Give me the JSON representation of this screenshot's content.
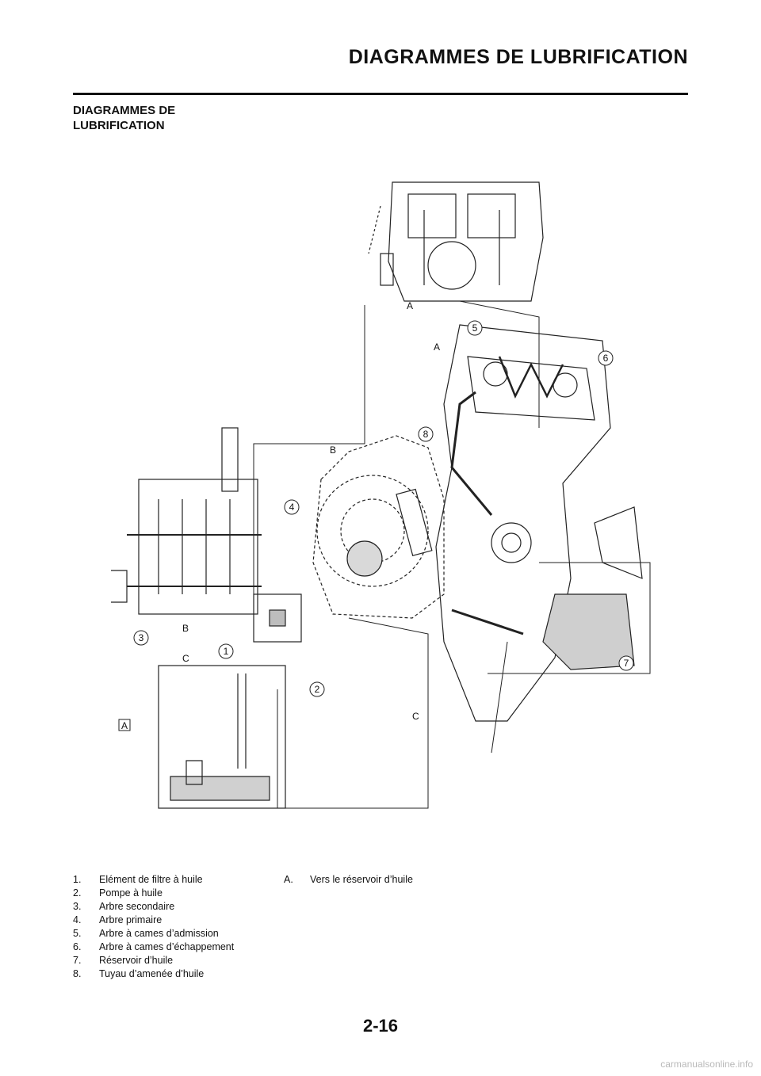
{
  "header": {
    "title": "DIAGRAMMES DE LUBRIFICATION"
  },
  "section": {
    "title": "DIAGRAMMES DE\nLUBRIFICATION"
  },
  "diagram": {
    "callouts": [
      "1",
      "2",
      "3",
      "4",
      "5",
      "6",
      "7",
      "8"
    ],
    "letters": [
      "A",
      "A",
      "A",
      "B",
      "B",
      "C",
      "C"
    ]
  },
  "legend": {
    "left": [
      {
        "num": "1.",
        "text": "Elément de filtre à huile"
      },
      {
        "num": "2.",
        "text": "Pompe à huile"
      },
      {
        "num": "3.",
        "text": "Arbre secondaire"
      },
      {
        "num": "4.",
        "text": "Arbre primaire"
      },
      {
        "num": "5.",
        "text": "Arbre à cames d’admission"
      },
      {
        "num": "6.",
        "text": "Arbre à cames d’échappement"
      },
      {
        "num": "7.",
        "text": "Réservoir d’huile"
      },
      {
        "num": "8.",
        "text": "Tuyau d’amenée d’huile"
      }
    ],
    "right": [
      {
        "num": "A.",
        "text": "Vers le réservoir d’huile"
      }
    ]
  },
  "footer": {
    "page_number": "2-16",
    "watermark": "carmanualsonline.info"
  }
}
